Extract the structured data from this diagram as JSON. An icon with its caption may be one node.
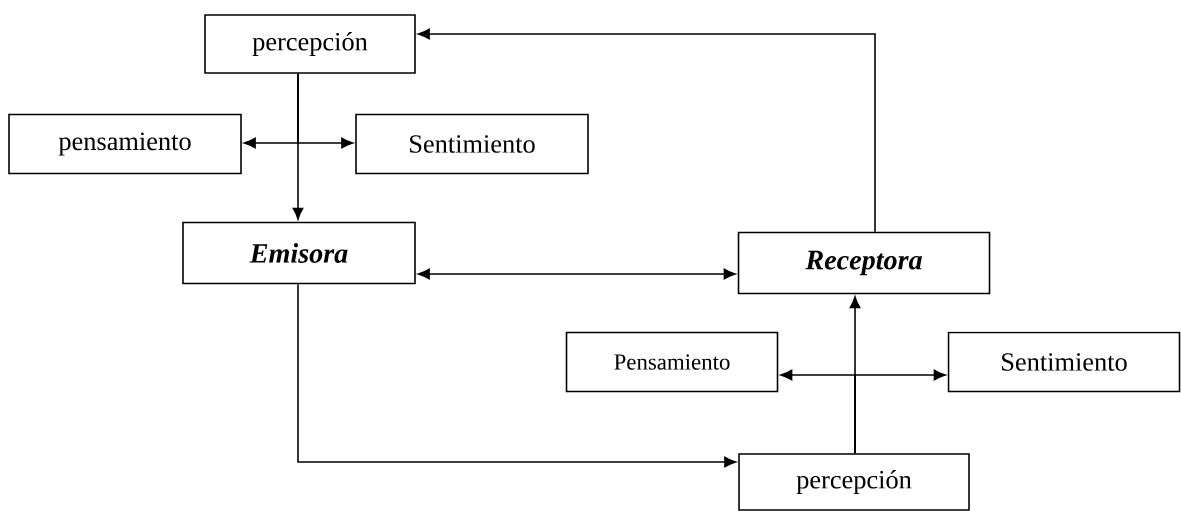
{
  "diagram": {
    "nodes": [
      {
        "text": [
          "percepción"
        ]
      },
      {
        "text": [
          "pensamiento"
        ]
      },
      {
        "text": [
          "Sentimiento"
        ]
      },
      {
        "text": [
          "Emisora"
        ]
      },
      {
        "text": [
          "Receptora"
        ]
      },
      {
        "text": [
          "Pensamiento"
        ]
      },
      {
        "text": [
          "Sentimiento"
        ]
      },
      {
        "text": [
          "percepción"
        ]
      }
    ],
    "edges": [
      {
        "from": 0,
        "to": 1,
        "arrow": "to"
      },
      {
        "from": 0,
        "to": 2,
        "arrow": "to"
      },
      {
        "from": 0,
        "to": 3,
        "arrow": "to"
      },
      {
        "from": 3,
        "to": 4,
        "arrow": "both"
      },
      {
        "from": 4,
        "to": 0,
        "arrow": "to"
      },
      {
        "from": 3,
        "to": 7,
        "arrow": "to"
      },
      {
        "from": 7,
        "to": 5,
        "arrow": "to"
      },
      {
        "from": 7,
        "to": 6,
        "arrow": "to"
      },
      {
        "from": 7,
        "to": 4,
        "arrow": "to"
      }
    ]
  }
}
